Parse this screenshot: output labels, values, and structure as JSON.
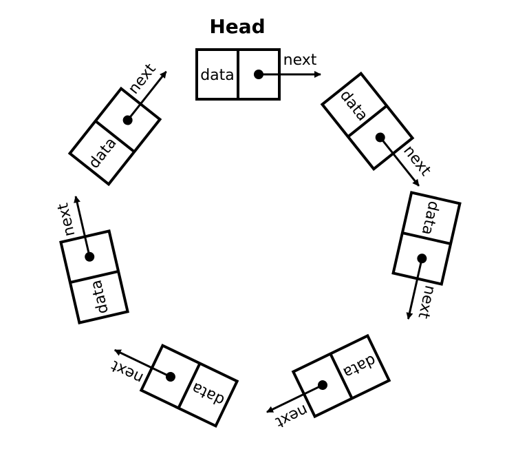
{
  "head_label": "Head",
  "nodes": [
    {
      "data": "data",
      "next": "next"
    },
    {
      "data": "data",
      "next": "next"
    },
    {
      "data": "data",
      "next": "next"
    },
    {
      "data": "data",
      "next": "next"
    },
    {
      "data": "data",
      "next": "next"
    },
    {
      "data": "data",
      "next": "next"
    },
    {
      "data": "data",
      "next": "next"
    }
  ]
}
